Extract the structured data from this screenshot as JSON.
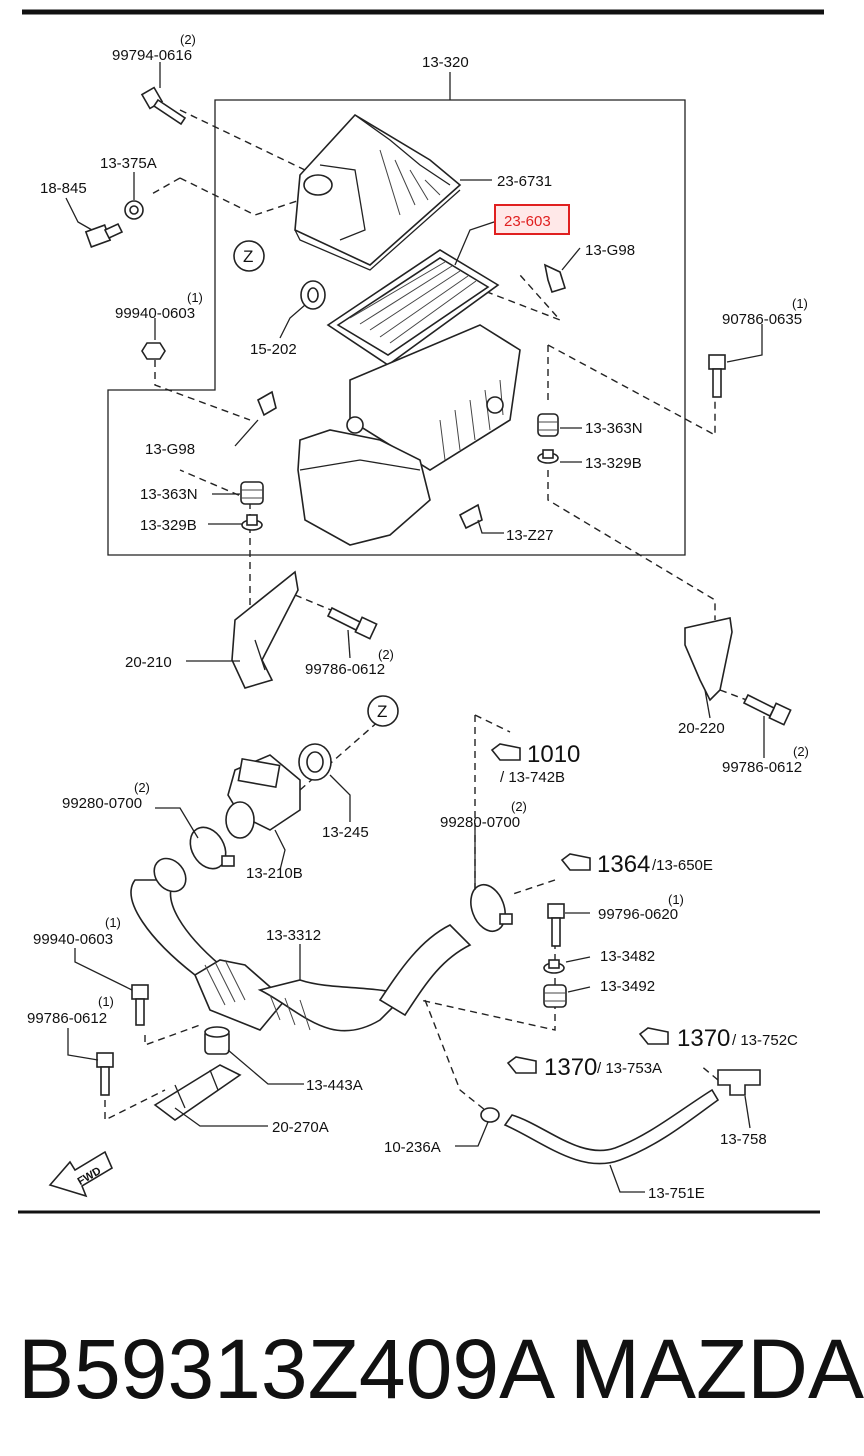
{
  "footer": {
    "part_number": "B59313Z409A",
    "brand": "MAZDA"
  },
  "highlight_color": "#e02020",
  "labels": {
    "l_99794_0616": "99794-0616",
    "q_99794_0616": "(2)",
    "l_13_320": "13-320",
    "l_23_6731": "23-6731",
    "l_23_603": "23-603",
    "l_13_375a": "13-375A",
    "l_18_845": "18-845",
    "l_13_g98_a": "13-G98",
    "l_z_top": "Z",
    "l_99940_0603_a": "99940-0603",
    "q_99940_0603_a": "(1)",
    "l_15_202": "15-202",
    "l_90786_0635": "90786-0635",
    "q_90786_0635": "(1)",
    "l_13_g98_b": "13-G98",
    "l_13_363n_a": "13-363N",
    "l_13_329b_a": "13-329B",
    "l_13_363n_b": "13-363N",
    "l_13_329b_b": "13-329B",
    "l_13_z27": "13-Z27",
    "l_20_210": "20-210",
    "l_99786_0612_a": "99786-0612",
    "q_99786_0612_a": "(2)",
    "l_20_220": "20-220",
    "l_99786_0612_b": "99786-0612",
    "q_99786_0612_b": "(2)",
    "l_z_mid": "Z",
    "l_1010": "1010",
    "l_13_742b": "/ 13-742B",
    "l_99280_0700_a": "99280-0700",
    "q_99280_0700_a": "(2)",
    "l_13_245": "13-245",
    "l_99280_0700_b": "99280-0700",
    "q_99280_0700_b": "(2)",
    "l_13_210b": "13-210B",
    "l_1364": "1364",
    "l_13_650e": "/13-650E",
    "l_99940_0603_b": "99940-0603",
    "q_99940_0603_b": "(1)",
    "l_13_3312": "13-3312",
    "l_99796_0620": "99796-0620",
    "q_99796_0620": "(1)",
    "l_13_3482": "13-3482",
    "l_99786_0612_c": "99786-0612",
    "q_99786_0612_c": "(1)",
    "l_13_3492": "13-3492",
    "l_1370_a": "1370",
    "l_13_752c": "/ 13-752C",
    "l_1370_b": "1370",
    "l_13_753a": "/ 13-753A",
    "l_13_443a": "13-443A",
    "l_20_270a": "20-270A",
    "l_13_758": "13-758",
    "l_10_236a": "10-236A",
    "l_13_751e": "13-751E",
    "l_fwd": "FWD"
  }
}
